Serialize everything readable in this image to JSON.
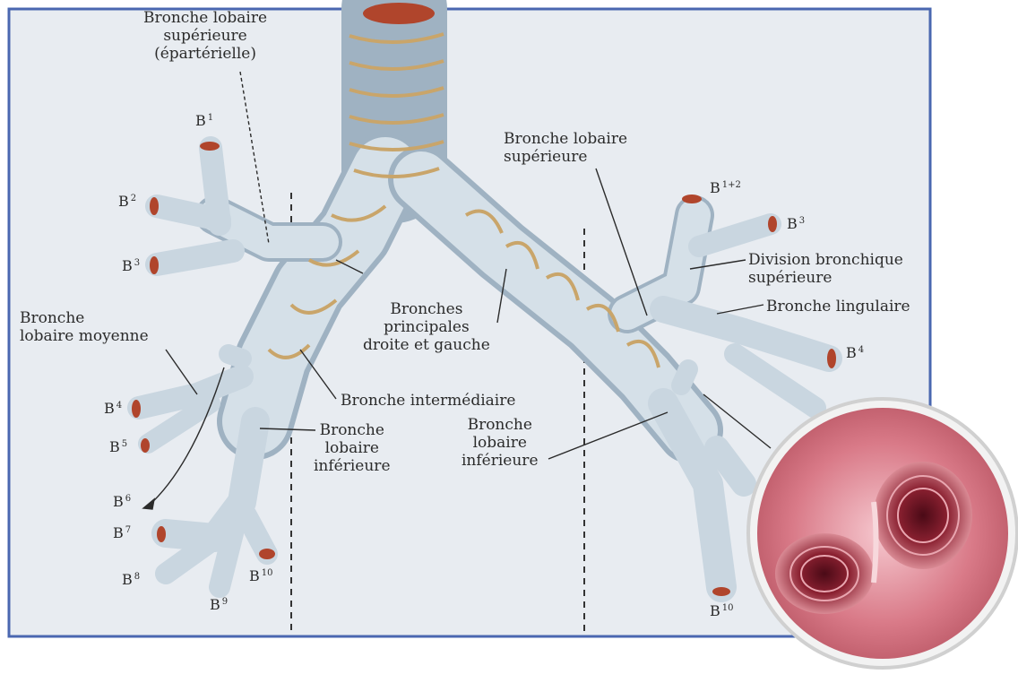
{
  "labels": {
    "right_upper_lobe": [
      "Bronche lobaire",
      "supérieure",
      "(épartérielle)"
    ],
    "left_upper_lobe": [
      "Bronche lobaire",
      "supérieure"
    ],
    "middle_lobe": [
      "Bronche",
      "lobaire moyenne"
    ],
    "main_bronchi": [
      "Bronches",
      "principales",
      "droite et gauche"
    ],
    "intermediate": "Bronche intermédiaire",
    "right_lower_lobe": [
      "Bronche",
      "lobaire",
      "inférieure"
    ],
    "left_lower_lobe": [
      "Bronche",
      "lobaire",
      "inférieure"
    ],
    "left_upper_division": [
      "Division bronchique",
      "supérieure"
    ],
    "lingula": "Bronche lingulaire"
  },
  "segments": {
    "right": {
      "b1": {
        "base": "B",
        "sup": "1"
      },
      "b2": {
        "base": "B",
        "sup": "2"
      },
      "b3": {
        "base": "B",
        "sup": "3"
      },
      "b4": {
        "base": "B",
        "sup": "4"
      },
      "b5": {
        "base": "B",
        "sup": "5"
      },
      "b6": {
        "base": "B",
        "sup": "6"
      },
      "b7": {
        "base": "B",
        "sup": "7"
      },
      "b8": {
        "base": "B",
        "sup": "8"
      },
      "b9": {
        "base": "B",
        "sup": "9"
      },
      "b10": {
        "base": "B",
        "sup": "10"
      }
    },
    "left": {
      "b1_2": {
        "base": "B",
        "sup": "1+2"
      },
      "b3": {
        "base": "B",
        "sup": "3"
      },
      "b4": {
        "base": "B",
        "sup": "4"
      },
      "b10": {
        "base": "B",
        "sup": "10"
      }
    }
  },
  "colors": {
    "frame": "#4a67b0",
    "panel": "#e8ecf1",
    "bronchus_fill": "#c9d6e0",
    "cartilage": "#c9a56a",
    "lumen": "#b0452c",
    "inset_mucosa": "#d97a88"
  }
}
